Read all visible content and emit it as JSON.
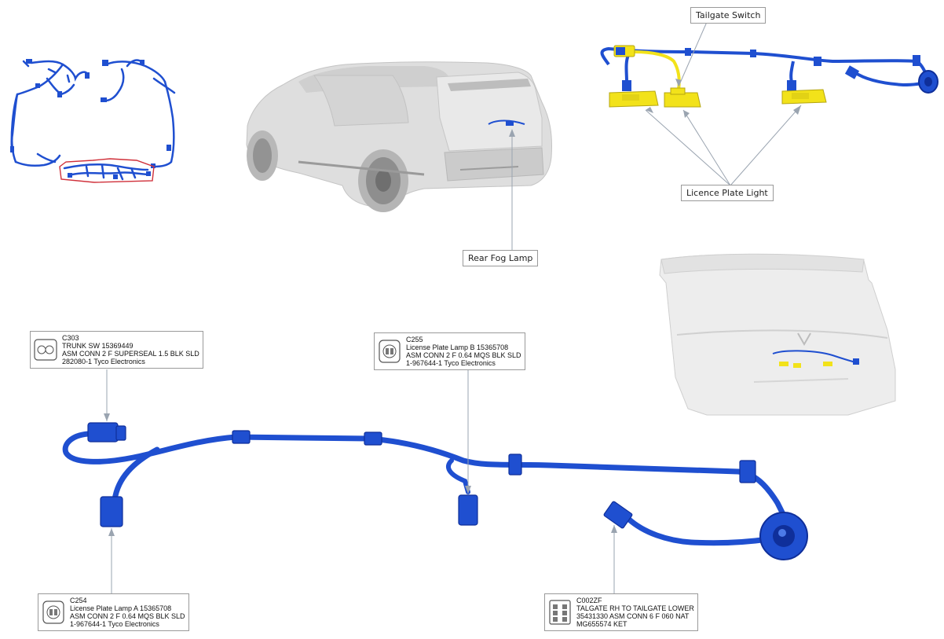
{
  "callouts": {
    "tailgate_switch": "Tailgate Switch",
    "licence_plate_light": "Licence Plate Light",
    "rear_fog_lamp": "Rear Fog Lamp"
  },
  "connectors": {
    "c303": {
      "id": "C303",
      "line1": "TRUNK SW 15369449",
      "line2": "ASM CONN 2 F SUPERSEAL 1.5 BLK SLD",
      "line3": "282080-1 Tyco Electronics"
    },
    "c255": {
      "id": "C255",
      "line1": "License Plate Lamp B 15365708",
      "line2": "ASM CONN 2 F 0.64 MQS BLK SLD",
      "line3": "1-967644-1 Tyco Electronics"
    },
    "c254": {
      "id": "C254",
      "line1": "License Plate Lamp A 15365708",
      "line2": "ASM CONN 2 F 0.64 MQS BLK SLD",
      "line3": "1-967644-1 Tyco Electronics"
    },
    "c002zf": {
      "id": "C002ZF",
      "line1": "TALGATE RH TO TAILGATE LOWER",
      "line2": "35431330 ASM CONN 6 F 060 NAT",
      "line3": "MG655574 KET"
    }
  },
  "colors": {
    "harness_blue": "#1f4fd0",
    "harness_dark": "#0f2f9a",
    "component_yellow": "#f2e21a",
    "highlight_red": "#d0303a",
    "leader_gray": "#9aa4b0",
    "car_gray": "#d9d9d9"
  },
  "icons": [
    "harness-overview",
    "vehicle-rear-view",
    "tailgate-panel",
    "connector-icon"
  ]
}
